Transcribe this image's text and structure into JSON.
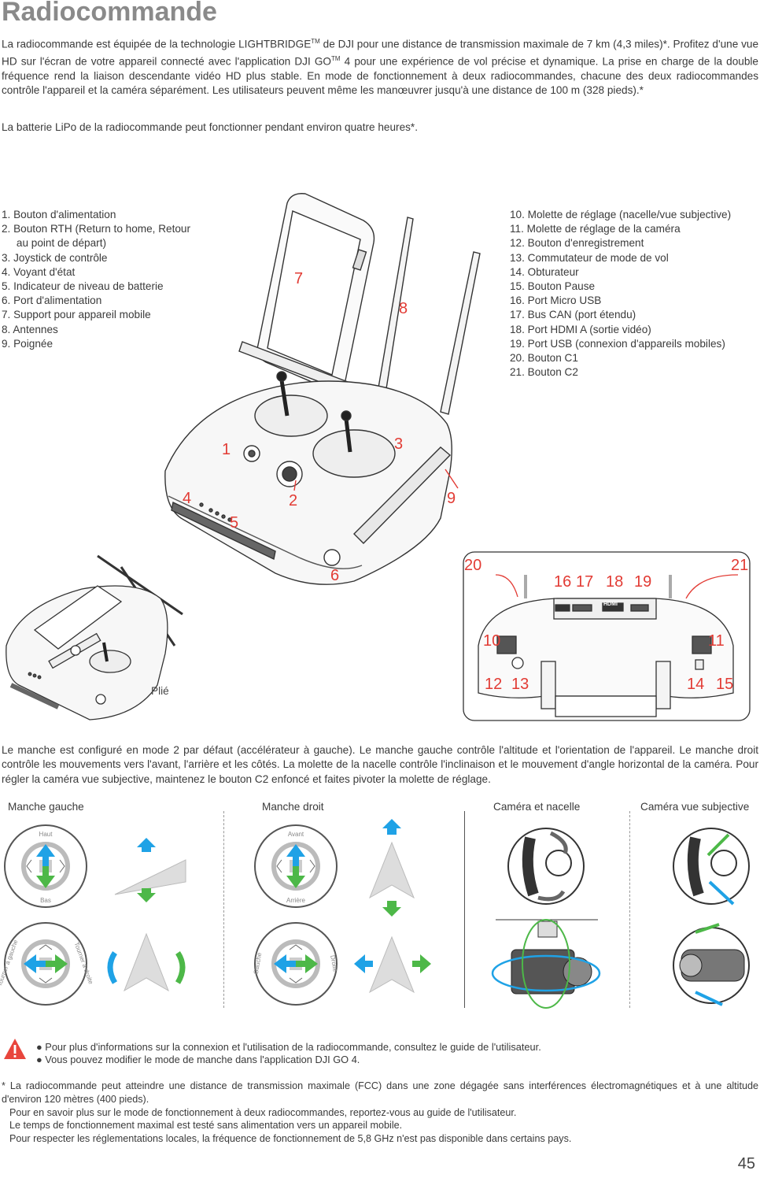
{
  "title": "Radiocommande",
  "intro": {
    "p1_a": "La radiocommande est équipée de la technologie LIGHTBRIDGE",
    "p1_tm1": "TM",
    "p1_b": " de DJI pour une distance de transmission maximale de 7 km (4,3 miles)*. Profitez d'une vue HD sur l'écran de votre appareil connecté avec l'application DJI GO",
    "p1_tm2": "TM",
    "p1_c": " 4 pour une expérience de vol précise et dynamique. La prise en charge de la double fréquence rend la liaison descendante vidéo HD plus stable. En mode de fonctionnement à deux radiocommandes, chacune des deux radiocommandes contrôle l'appareil et la caméra séparément. Les utilisateurs peuvent même les manœuvrer jusqu'à une distance de 100 m (328 pieds).*",
    "p2": "La batterie LiPo de la radiocommande peut fonctionner pendant environ quatre heures*."
  },
  "parts_left": [
    "1. Bouton d'alimentation",
    "2. Bouton RTH (Return to home, Retour",
    "     au point de départ)",
    "3. Joystick de contrôle",
    "4. Voyant d'état",
    "5. Indicateur de niveau de batterie",
    "6. Port d'alimentation",
    "7. Support pour appareil mobile",
    "8. Antennes",
    "9. Poignée"
  ],
  "parts_right": [
    "10. Molette de réglage (nacelle/vue subjective)",
    "11. Molette de réglage de la caméra",
    "12. Bouton d'enregistrement",
    "13. Commutateur de mode de vol",
    "14. Obturateur",
    "15. Bouton Pause",
    "16. Port Micro USB",
    "17. Bus CAN (port étendu)",
    "18. Port HDMI A (sortie vidéo)",
    "19. Port USB (connexion d'appareils mobiles)",
    "20. Bouton C1",
    "21. Bouton C2"
  ],
  "callouts": [
    "1",
    "2",
    "3",
    "4",
    "5",
    "6",
    "7",
    "8",
    "9",
    "10",
    "11",
    "12",
    "13",
    "14",
    "15",
    "16",
    "17",
    "18",
    "19",
    "20",
    "21"
  ],
  "folded_label": "Plié",
  "hdmi_label": "HDMI",
  "mode_paragraph": "Le manche est configuré en mode 2 par défaut (accélérateur à gauche). Le manche gauche contrôle l'altitude et l'orientation de l'appareil. Le manche droit contrôle les mouvements vers l'avant, l'arrière et les côtés. La molette de la nacelle contrôle l'inclinaison et le mouvement d'angle horizontal de la caméra. Pour régler la caméra vue subjective, maintenez le bouton C2 enfoncé et faites pivoter la molette de réglage.",
  "columns": {
    "left_stick": "Manche gauche",
    "right_stick": "Manche droit",
    "camera_gimbal": "Caméra et nacelle",
    "fpv_camera": "Caméra vue subjective"
  },
  "stick_labels": {
    "haut": "Haut",
    "bas": "Bas",
    "tourner_gauche": "Tourner à gauche",
    "tourner_droite": "Tourner à droite",
    "avant": "Avant",
    "arriere": "Arrière",
    "gauche": "Gauche",
    "droite": "Droite"
  },
  "notes": [
    "● Pour plus d'informations sur la connexion et l'utilisation de la radiocommande, consultez le guide de l'utilisateur.",
    "● Vous pouvez modifier le mode de manche dans l'application DJI GO 4."
  ],
  "footnotes": [
    "* La radiocommande peut atteindre une distance de transmission maximale (FCC) dans une zone dégagée sans interférences électromagnétiques et à une altitude d'environ 120 mètres (400 pieds).",
    "Pour en savoir plus sur le mode de fonctionnement à deux radiocommandes, reportez-vous au guide de l'utilisateur.",
    "Le temps de fonctionnement maximal est testé sans alimentation vers un appareil mobile.",
    "Pour respecter les réglementations locales, la fréquence de fonctionnement de 5,8 GHz n'est pas disponible dans certains pays."
  ],
  "page_number": "45",
  "colors": {
    "callout": "#e23b34",
    "arrow_blue": "#1fa2e6",
    "arrow_green": "#4db848",
    "warning": "#e8453c"
  },
  "icons": [
    "warning-icon"
  ]
}
